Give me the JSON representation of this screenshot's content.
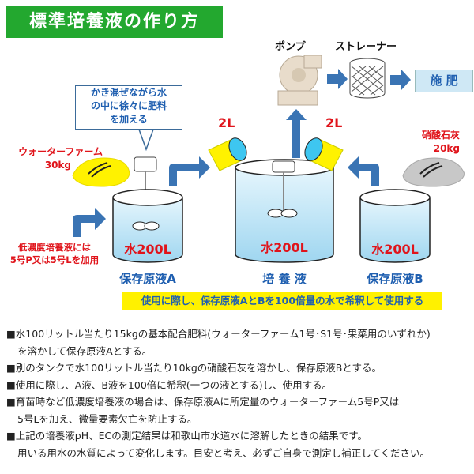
{
  "title": "標準培養液の作り方",
  "pump_label": "ポンプ",
  "strainer_label": "ストレーナー",
  "fertigation_label": "施 肥",
  "callout": [
    "かき混ぜながら水",
    "の中に徐々に肥料",
    "を加える"
  ],
  "fertilizer_a": {
    "name": "ウォーターファーム",
    "weight": "30kg"
  },
  "fertilizer_b": {
    "name": "硝酸石灰",
    "weight": "20kg"
  },
  "low_conc_note": [
    "低濃度培養液には",
    "5号P又は5号Lを加用"
  ],
  "bucket_left": "2L",
  "bucket_right": "2L",
  "tank_a": {
    "water": "水200L",
    "label": "保存原液A"
  },
  "tank_center": {
    "water": "水200L",
    "label": "培 養 液"
  },
  "tank_b": {
    "water": "水200L",
    "label": "保存原液B"
  },
  "band": "使用に際し、保存原液AとBを100倍量の水で希釈して使用する",
  "notes": [
    "■水100リットル当たり15kgの基本配合肥料(ウォーターファーム1号･S1号･果菜用のいずれか)",
    "を溶かして保存原液Aとする。",
    "■別のタンクで水100リットル当たり10kgの硝酸石灰を溶かし、保存原液Bとする。",
    "■使用に際し、A液、B液を100倍に希釈(一つの液とする)し、使用する。",
    "■育苗時など低濃度培養液の場合は、保存原液Aに所定量のウォーターファーム5号P又は",
    "5号Lを加え、微量要素欠亡を防止する。",
    "■上記の培養液pH、ECの測定結果は和歌山市水道水に溶解したときの結果です。",
    "用いる用水の水質によって変化します。目安と考え、必ずご自身で測定し補正してください。"
  ],
  "colors": {
    "title_bg": "#23a82f",
    "arrow": "#3a74b4",
    "text_blue": "#1f5fb0",
    "text_red": "#e0141b",
    "band": "#fff100"
  }
}
